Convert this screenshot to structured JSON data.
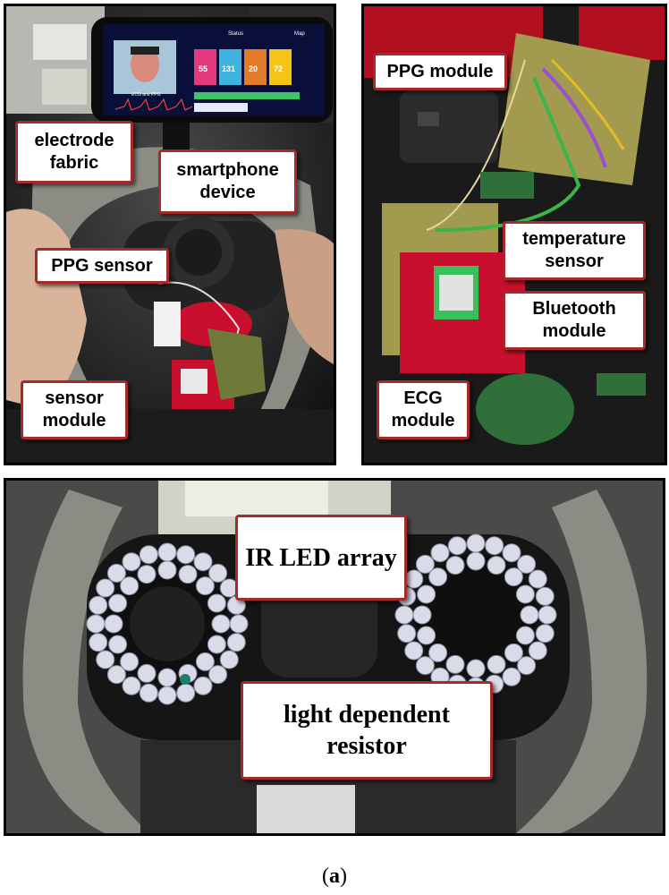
{
  "colors": {
    "callout_border": "#a52a2a",
    "callout_fill": "#ffffff",
    "ir_led": "#d9dbe8",
    "pcb_red": "#c8102e",
    "pcb_green": "#2e6f3a",
    "tape_gray": "#8c8c84"
  },
  "panel_top_left": {
    "callouts": {
      "electrode_fabric": "electrode fabric",
      "smartphone_device": "smartphone device",
      "ppg_sensor": "PPG sensor",
      "sensor_module": "sensor module"
    },
    "phone_screen": {
      "header_left": "Status",
      "header_right": "Map",
      "tiles": [
        "55",
        "131",
        "20",
        "72"
      ],
      "chart_label": "ECG and PPG"
    }
  },
  "panel_top_right": {
    "callouts": {
      "ppg_module": "PPG module",
      "temperature_sensor": "temperature sensor",
      "bluetooth_module": "Bluetooth module",
      "ecg_module": "ECG module"
    }
  },
  "panel_bottom": {
    "callouts": {
      "ir_led_array": "IR LED array",
      "light_dependent_resistor": "light dependent resistor"
    }
  },
  "caption": {
    "open": "(",
    "letter": "a",
    "close": ")"
  }
}
